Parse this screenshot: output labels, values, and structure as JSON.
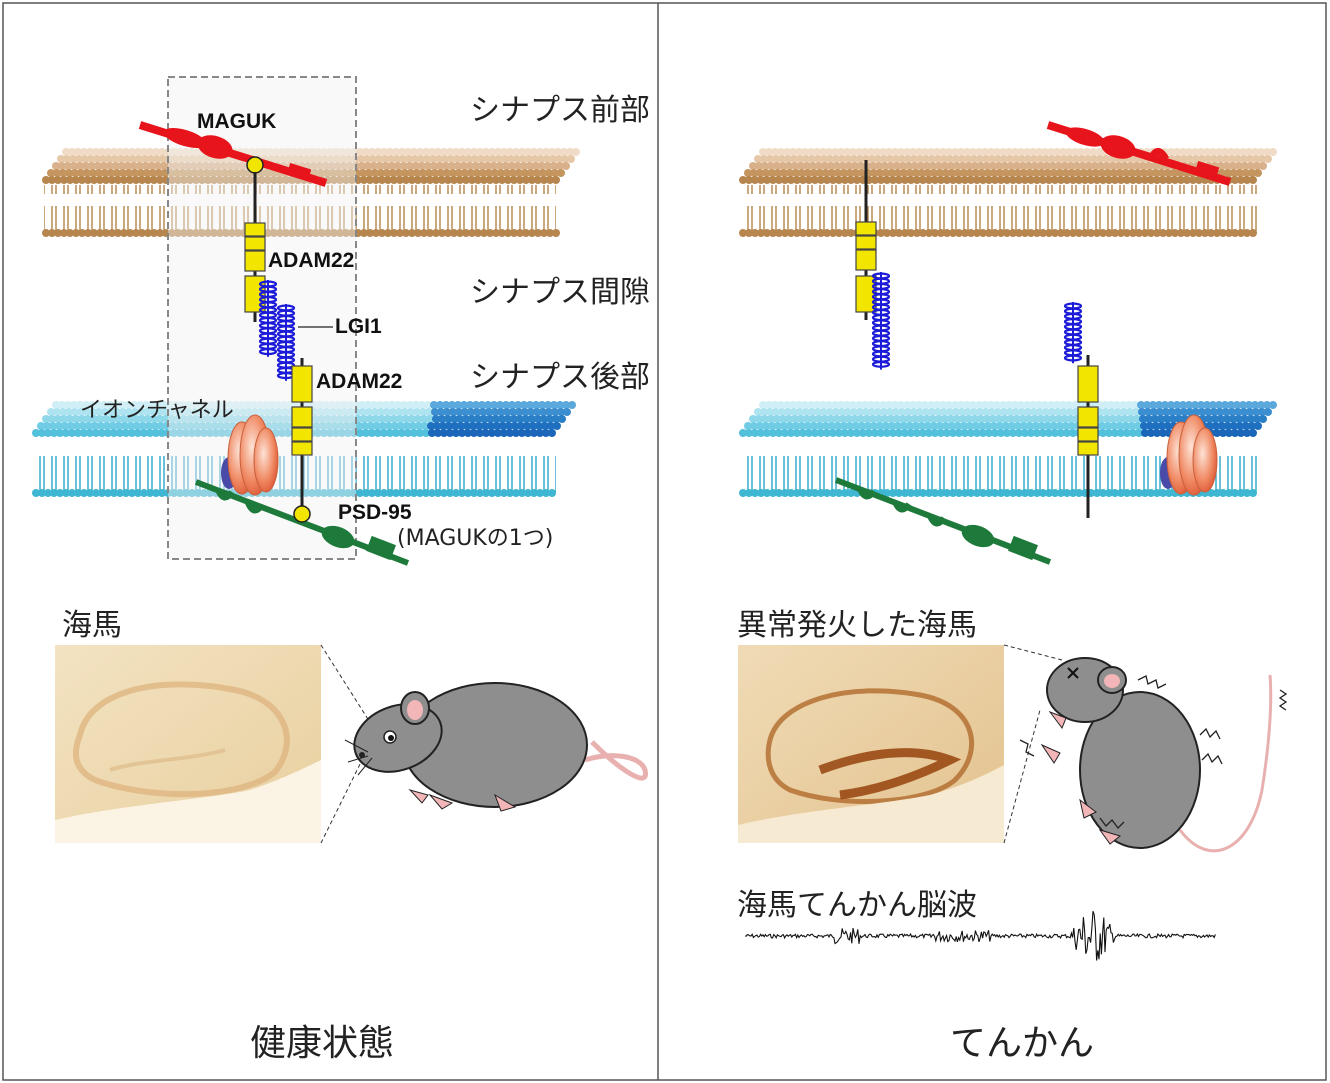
{
  "left_panel": {
    "labels": {
      "maguk": "MAGUK",
      "adam22_top": "ADAM22",
      "lgi1": "LGI1",
      "adam22_bottom": "ADAM22",
      "ion_channel": "イオンチャネル",
      "psd95": "PSD-95",
      "psd95_note": "(MAGUKの1つ)",
      "hippocampus": "海馬",
      "caption": "健康状態"
    }
  },
  "right_panel": {
    "labels": {
      "hippocampus_abnormal": "異常発火した海馬",
      "eeg": "海馬てんかん脳波",
      "caption": "てんかん"
    }
  },
  "region_labels": {
    "presynaptic": "シナプス前部",
    "cleft": "シナプス間隙",
    "postsynaptic": "シナプス後部"
  },
  "colors": {
    "pre_membrane": "#c4955e",
    "post_membrane": "#3fb6d2",
    "maguk": "#e8141c",
    "adam22": "#f2e600",
    "lgi1": "#1b1bd8",
    "psd95": "#1d7a3a",
    "channel": "#e87a55",
    "border": "#555555"
  }
}
